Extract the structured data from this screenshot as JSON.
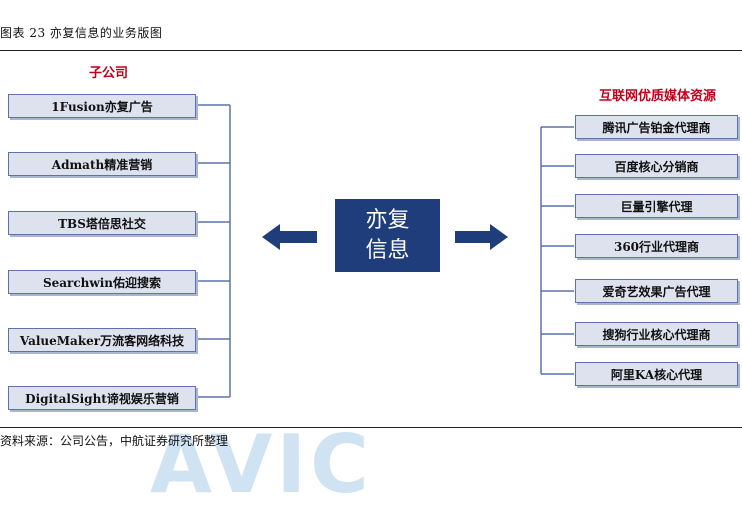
{
  "figure_title": "图表 23 亦复信息的业务版图",
  "source_note": "资料来源：公司公告，中航证券研究所整理",
  "watermark_text": "AVIC",
  "center_label": "亦复信息",
  "subsidiaries": {
    "title": "子公司",
    "items": [
      "1Fusion亦复广告",
      "Admath精准营销",
      "TBS塔倍思社交",
      "Searchwin佑迎搜索",
      "ValueMaker万流客网络科技",
      "DigitalSight谛视娱乐营销"
    ]
  },
  "media_resources": {
    "title": "互联网优质媒体资源",
    "items": [
      "腾讯广告铂金代理商",
      "百度核心分销商",
      "巨量引擎代理",
      "360行业代理商",
      "爱奇艺效果广告代理",
      "搜狗行业核心代理商",
      "阿里KA核心代理"
    ]
  },
  "colors": {
    "accent_red": "#c0001b",
    "center_navy": "#1f3d7a",
    "box_fill": "#dde2ee",
    "connector": "#5b73a8"
  }
}
